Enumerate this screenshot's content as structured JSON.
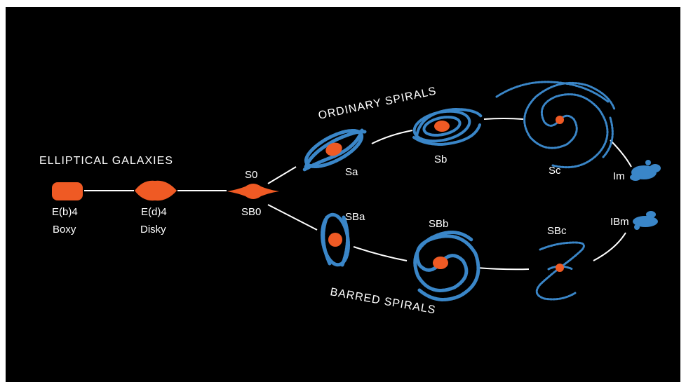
{
  "colors": {
    "background": "#000000",
    "bulge": "#ef5a24",
    "disk": "#3a86c8",
    "connector": "#ffffff",
    "text": "#ffffff"
  },
  "headings": {
    "elliptical": "ELLIPTICAL  GALAXIES",
    "ordinary": "ORDINARY  SPIRALS",
    "barred": "BARRED  SPIRALS"
  },
  "galaxies": {
    "eb4": {
      "name": "E(b)4",
      "desc": "Boxy"
    },
    "ed4": {
      "name": "E(d)4",
      "desc": "Disky"
    },
    "s0": {
      "top": "S0",
      "bottom": "SB0"
    },
    "sa": {
      "name": "Sa"
    },
    "sb": {
      "name": "Sb"
    },
    "sc": {
      "name": "Sc"
    },
    "im": {
      "name": "Im"
    },
    "sba": {
      "name": "SBa"
    },
    "sbb": {
      "name": "SBb"
    },
    "sbc": {
      "name": "SBc"
    },
    "ibm": {
      "name": "IBm"
    }
  }
}
